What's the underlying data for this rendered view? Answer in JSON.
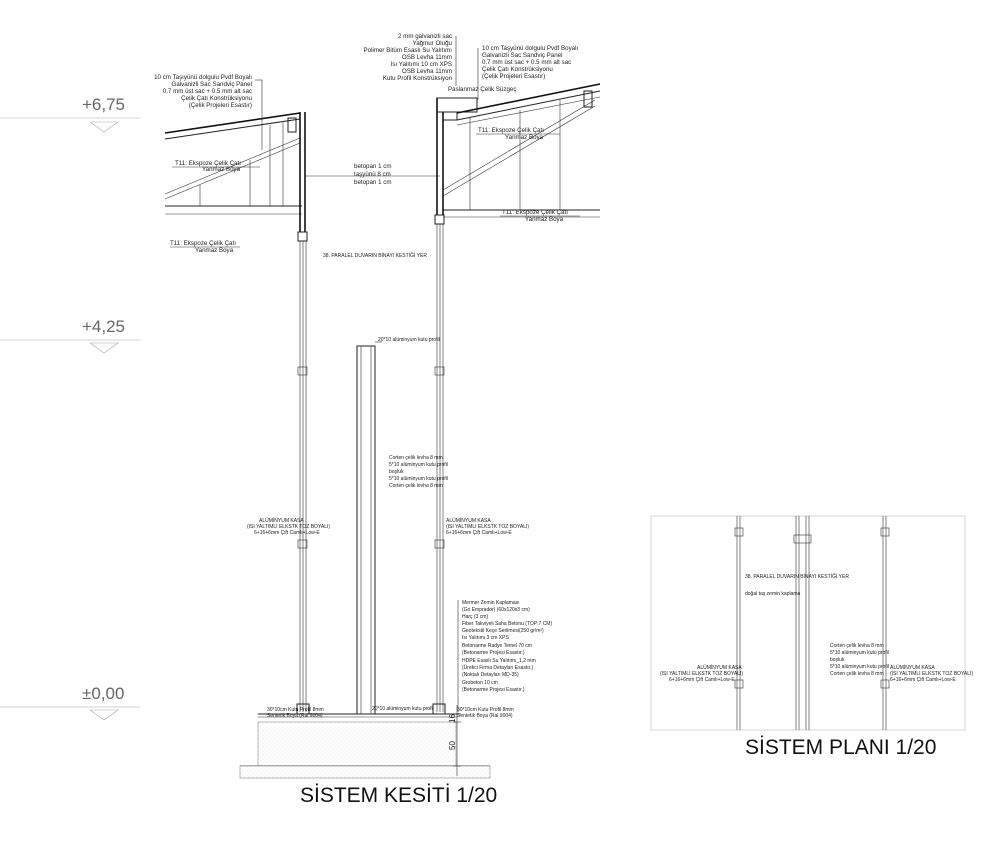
{
  "levels": {
    "top": "+6,75",
    "mid": "+4,25",
    "base": "±0,00"
  },
  "left_roof_notes": [
    "10 cm Taşıyünü dolgulu Pvdf Boyalı",
    "Galvanizli Sac Sandviç Panel",
    "0.7 mm üst sac + 0.5 mm alt sac",
    "Çelik Çatı Konstrüksiyonu",
    "(Çelik Projeleri Esastır)"
  ],
  "left_truss_label": [
    "T11: Ekspoze Çelik Çatı",
    "Yanmaz Boya"
  ],
  "left_lower_label": [
    "T11: Ekspoze Çelik Çatı",
    "Yanmaz Boya"
  ],
  "gutter_notes": [
    "2 mm galvanizli sac",
    "Yağmur Oluğu",
    "Polimer Bitüm Esaslı Su Yalıtımı",
    "OSB Levha 11mm",
    "Isı Yalıtımı 10 cm XPS",
    "OSB Levha 11mm",
    "Kutu Profil Konstrüksiyon"
  ],
  "right_roof_notes": [
    "10 cm Taşyünü dolgulu Pvdf Boyalı",
    "Galvanizli Sac Sandviç Panel",
    "0.7 mm üst sac + 0.5 mm alt sac",
    "Çelik Çatı Konstrüksiyonu",
    "(Çelik Projeleri Esastır)"
  ],
  "filter_label": "Paslanmaz Çelik  Süzgeç",
  "right_truss_top": [
    "T11: Ekspoze Çelik Çatı",
    "Yanmaz Boya"
  ],
  "right_truss_bottom": [
    "T11: Ekspoze Çelik Çatı",
    "Yanmaz Boya"
  ],
  "wall_notes": [
    "betopan 1 cm",
    "taşyünü 8 cm",
    "betopan 1 cm"
  ],
  "parallel_wall_label": "38. PARALEL DUVARIN BİNAYI KESTİĞİ YER",
  "profile_top": "20*10 alüminyum kutu profil",
  "corten_notes": [
    "Corten çelik levha 8 mm",
    "5*10 alüminyum kutu profil",
    "boşluk",
    "5*10 alüminyum kutu profil",
    "Corten çelik levha 8 mm"
  ],
  "alu_left": [
    "ALÜMİNYUM KASA",
    "(ISI YALTIMLI ELKSTK TOZ BOYALI)",
    "6+16+6mm Çift Camlı+Low-E"
  ],
  "alu_right": [
    "ALÜMİNYUM KASA",
    "(ISI YALTIMLI ELKSTK TOZ BOYALI)",
    "6+16+6mm Çift Camlı+Low-E"
  ],
  "floor_notes": [
    "Mermer Zemin Kaplaması",
    "(Gri Emprador) (60x120x3 cm)",
    "Harç (3 cm)",
    "Fiber Takviyeli Saha Betonu (TOP:7 CM)",
    "Geotekstil Keçe Serilmesi(250 gr/m²)",
    "Isı Yalıtımı 3 cm XPS",
    "Betonarme Radye Temel  70 cm",
    "(Betonarme Projesi Esastır.)",
    "HDPE Esaslı Su Yalıtımı_1,2 mm",
    "(Üretici Firma Detayları Esastır.)",
    "(Noktalı Detayları MD-35)",
    "Grobeton 10 cm",
    "(Betonarme Projesi Esastır.)"
  ],
  "bottom_left_profile": [
    "30*10cm Kutu Profil  8mm",
    "Sentetik Boya (Ral 9004)"
  ],
  "bottom_center_profile": "20*10 alüminyum kutu profil",
  "bottom_right_profile": [
    "30*10cm Kutu Profil  8mm",
    "Sentetik Boya (Ral 9004)"
  ],
  "dims": {
    "d1": "16",
    "d2": "50"
  },
  "section_title": "SİSTEM KESİTİ 1/20",
  "plan": {
    "wall_label": "38. PARALEL DUVARIN BİNAYI KESTİĞİ YER",
    "floor_label": "doğal taş zemin kaplama",
    "corten_notes": [
      "Corten çelik levha 8 mm",
      "5*10 alüminyum kutu profil",
      "boşluk",
      "5*10 alüminyum kutu profil",
      "Corten çelik levha 8 mm"
    ],
    "alu_left": [
      "ALÜMİNYUM KASA",
      "(ISI YALTIMLI ELKSTK TOZ BOYALI)",
      "6+16+6mm Çift Camlı+Low-E"
    ],
    "alu_right": [
      "ALÜMİNYUM KASA",
      "(ISI YALTIMLI ELKSTK TOZ BOYALI)",
      "6+16+6mm Çift Camlı+Low-E"
    ],
    "title": "SİSTEM PLANI 1/20"
  }
}
